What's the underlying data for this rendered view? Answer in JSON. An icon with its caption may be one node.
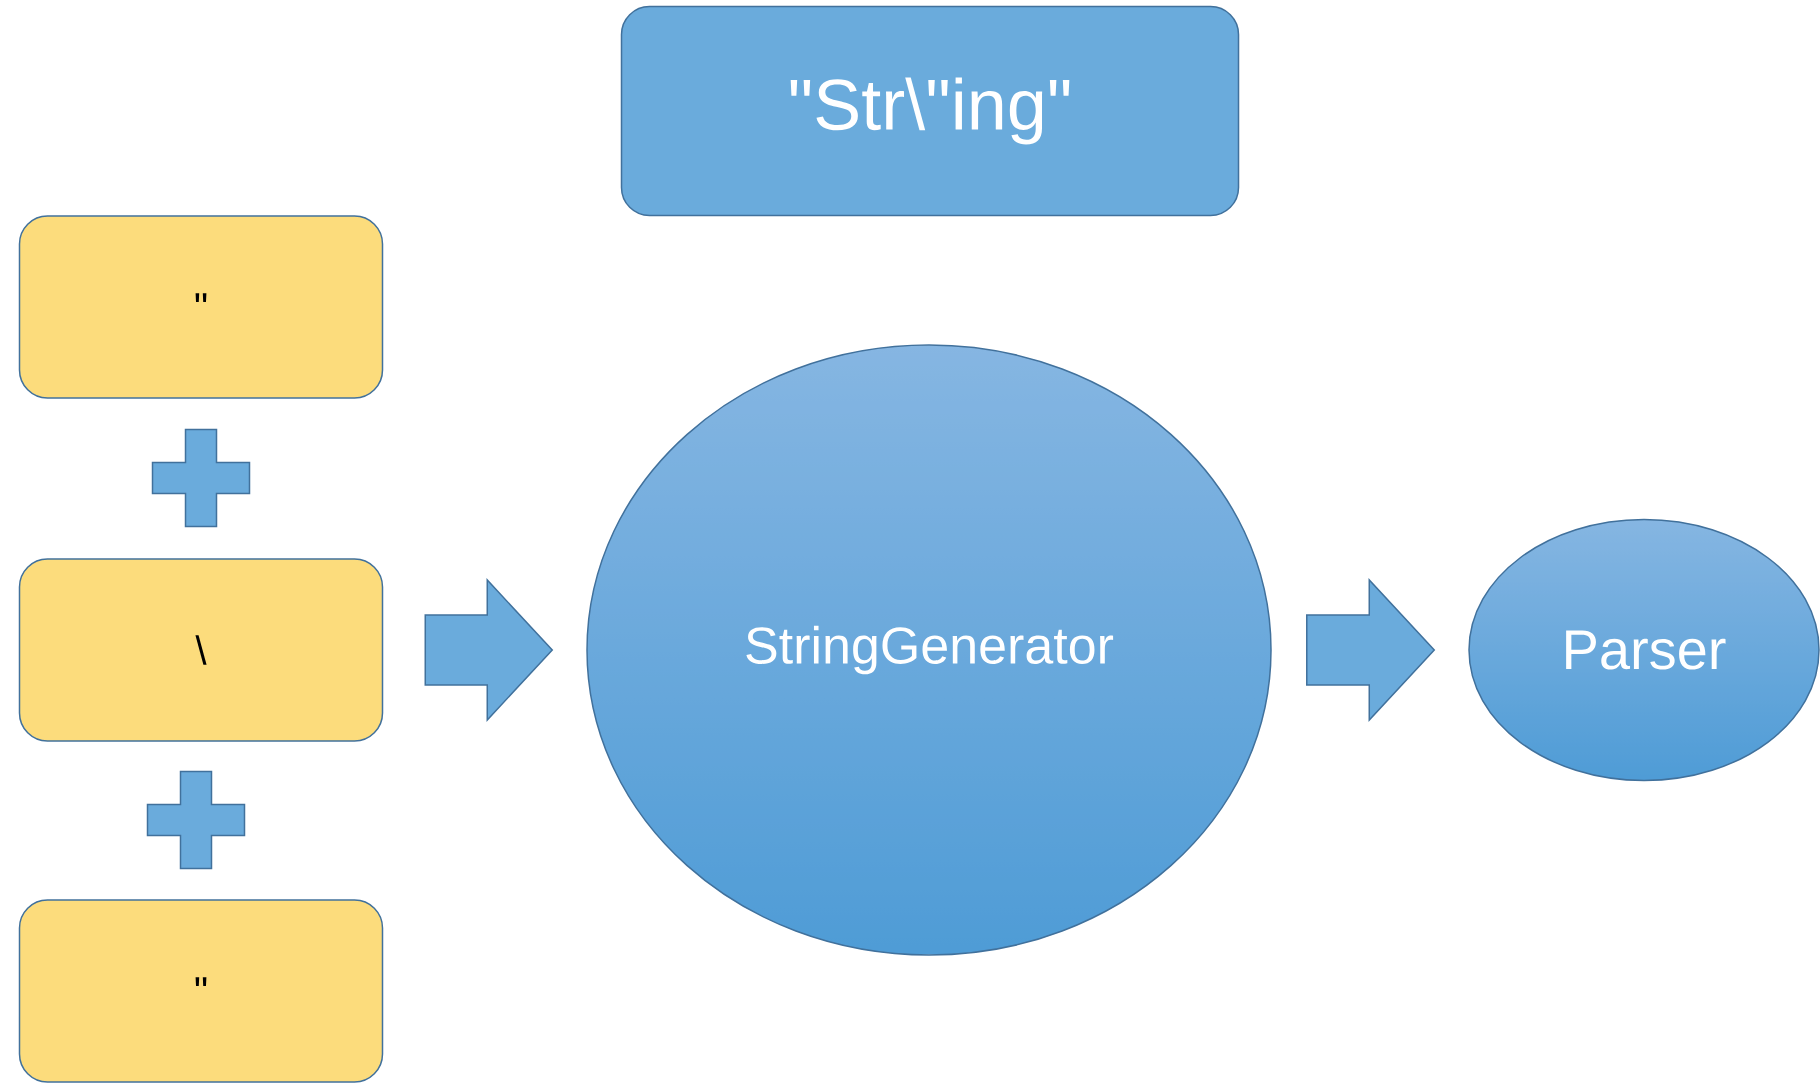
{
  "diagram": {
    "nodes": [
      {
        "text": [
          "\"Str\\\"ing\""
        ]
      },
      {
        "text": [
          "\""
        ]
      },
      {
        "text": [
          "\\"
        ]
      },
      {
        "text": [
          "\""
        ]
      },
      {
        "text": [
          "StringGenerator"
        ]
      },
      {
        "text": [
          "Parser"
        ]
      }
    ],
    "edges": [
      {
        "from": 2,
        "to": 4,
        "arrow": "to"
      },
      {
        "from": 4,
        "to": 5,
        "arrow": "to"
      }
    ]
  }
}
